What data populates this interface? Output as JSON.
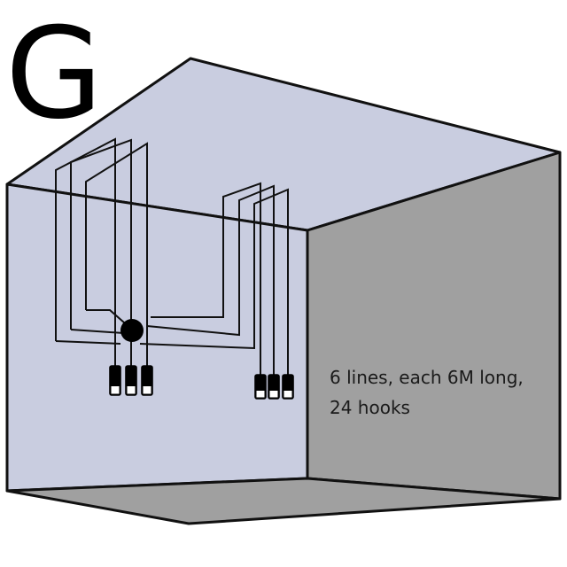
{
  "panel_letter": "G",
  "note": {
    "line1": "6 lines, each 6M long,",
    "line2": "24 hooks"
  },
  "colors": {
    "ceiling_and_back_wall": "#c9cde0",
    "side_wall_and_floor": "#a0a0a0",
    "outline": "#111111"
  }
}
